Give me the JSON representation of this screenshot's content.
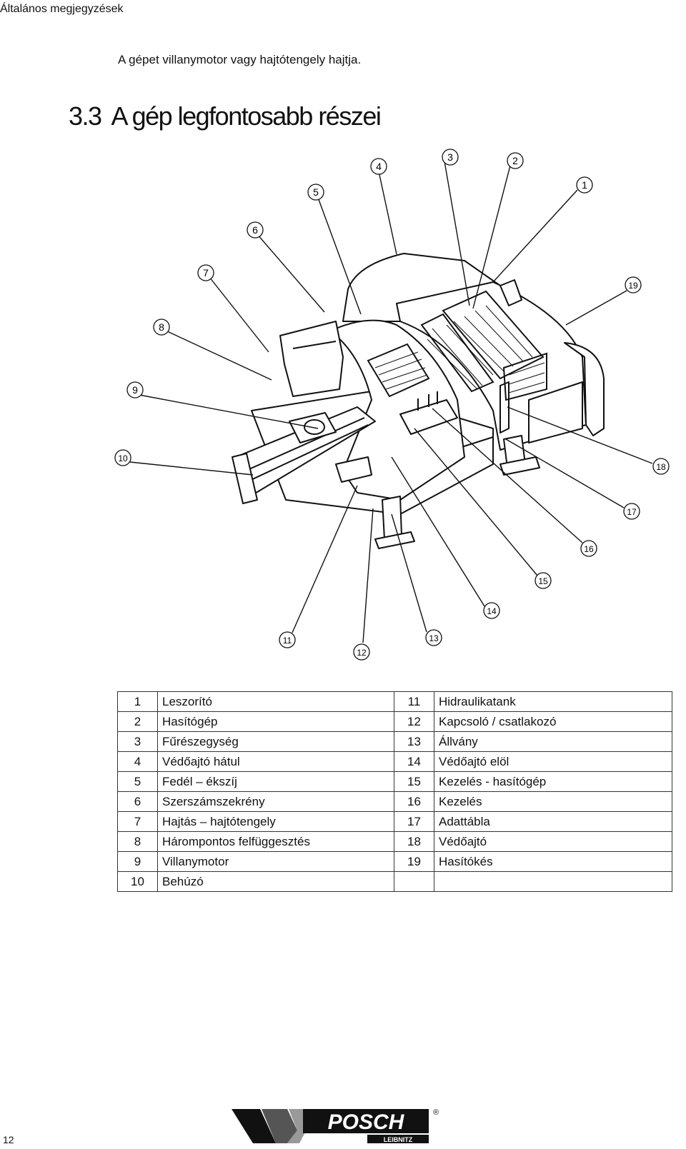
{
  "header": {
    "title": "Általános megjegyzések"
  },
  "intro": {
    "text": "A gépet villanymotor vagy hajtótengely hajtja."
  },
  "section": {
    "number": "3.3",
    "title": "A gép legfontosabb részei"
  },
  "diagram": {
    "callouts": [
      "1",
      "2",
      "3",
      "4",
      "5",
      "6",
      "7",
      "8",
      "9",
      "10",
      "11",
      "12",
      "13",
      "14",
      "15",
      "16",
      "17",
      "18",
      "19"
    ]
  },
  "parts": {
    "rows": [
      {
        "n1": "1",
        "l1": "Leszorító",
        "n2": "11",
        "l2": "Hidraulikatank"
      },
      {
        "n1": "2",
        "l1": "Hasítógép",
        "n2": "12",
        "l2": "Kapcsoló / csatlakozó"
      },
      {
        "n1": "3",
        "l1": "Fűrészegység",
        "n2": "13",
        "l2": "Állvány"
      },
      {
        "n1": "4",
        "l1": "Védőajtó hátul",
        "n2": "14",
        "l2": "Védőajtó elöl"
      },
      {
        "n1": "5",
        "l1": "Fedél – ékszíj",
        "n2": "15",
        "l2": "Kezelés - hasítógép"
      },
      {
        "n1": "6",
        "l1": "Szerszámszekrény",
        "n2": "16",
        "l2": "Kezelés"
      },
      {
        "n1": "7",
        "l1": "Hajtás – hajtótengely",
        "n2": "17",
        "l2": "Adattábla"
      },
      {
        "n1": "8",
        "l1": "Hárompontos felfüggesztés",
        "n2": "18",
        "l2": "Védőajtó"
      },
      {
        "n1": "9",
        "l1": "Villanymotor",
        "n2": "19",
        "l2": "Hasítókés"
      },
      {
        "n1": "10",
        "l1": "Behúzó",
        "n2": "",
        "l2": ""
      }
    ]
  },
  "logo": {
    "brand": "POSCH",
    "sub": "LEIBNITZ",
    "mark": "®"
  },
  "footer": {
    "page_number": "12"
  }
}
